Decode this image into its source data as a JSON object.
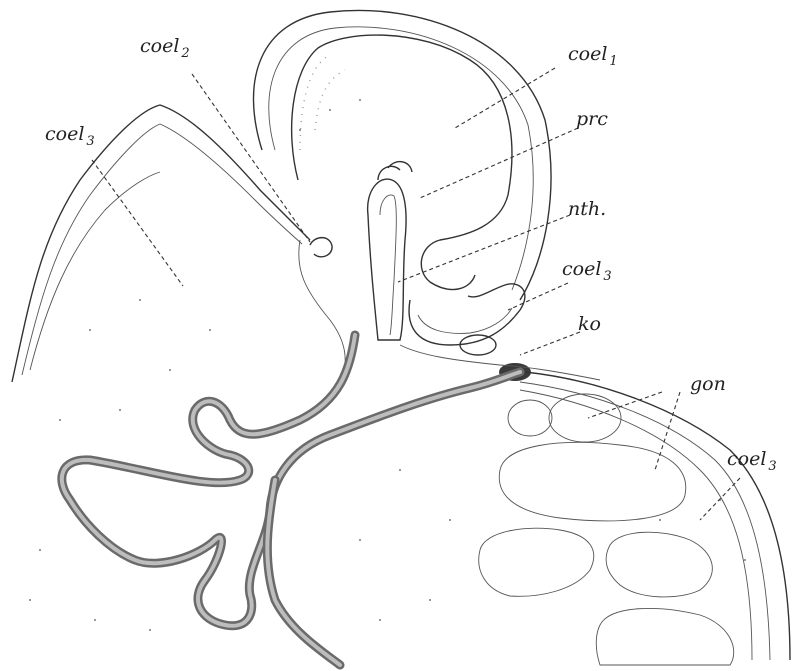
{
  "labels": {
    "coel1": {
      "base": "coel",
      "sub": "1"
    },
    "coel2": {
      "base": "coel",
      "sub": "2"
    },
    "coel3_left": {
      "base": "coel",
      "sub": "3"
    },
    "prc": {
      "base": "prc"
    },
    "nth": {
      "base": "nth."
    },
    "coel3_mid": {
      "base": "coel",
      "sub": "3"
    },
    "ko": {
      "base": "ko"
    },
    "gon": {
      "base": "gon"
    },
    "coel3_right": {
      "base": "coel",
      "sub": "3"
    }
  }
}
